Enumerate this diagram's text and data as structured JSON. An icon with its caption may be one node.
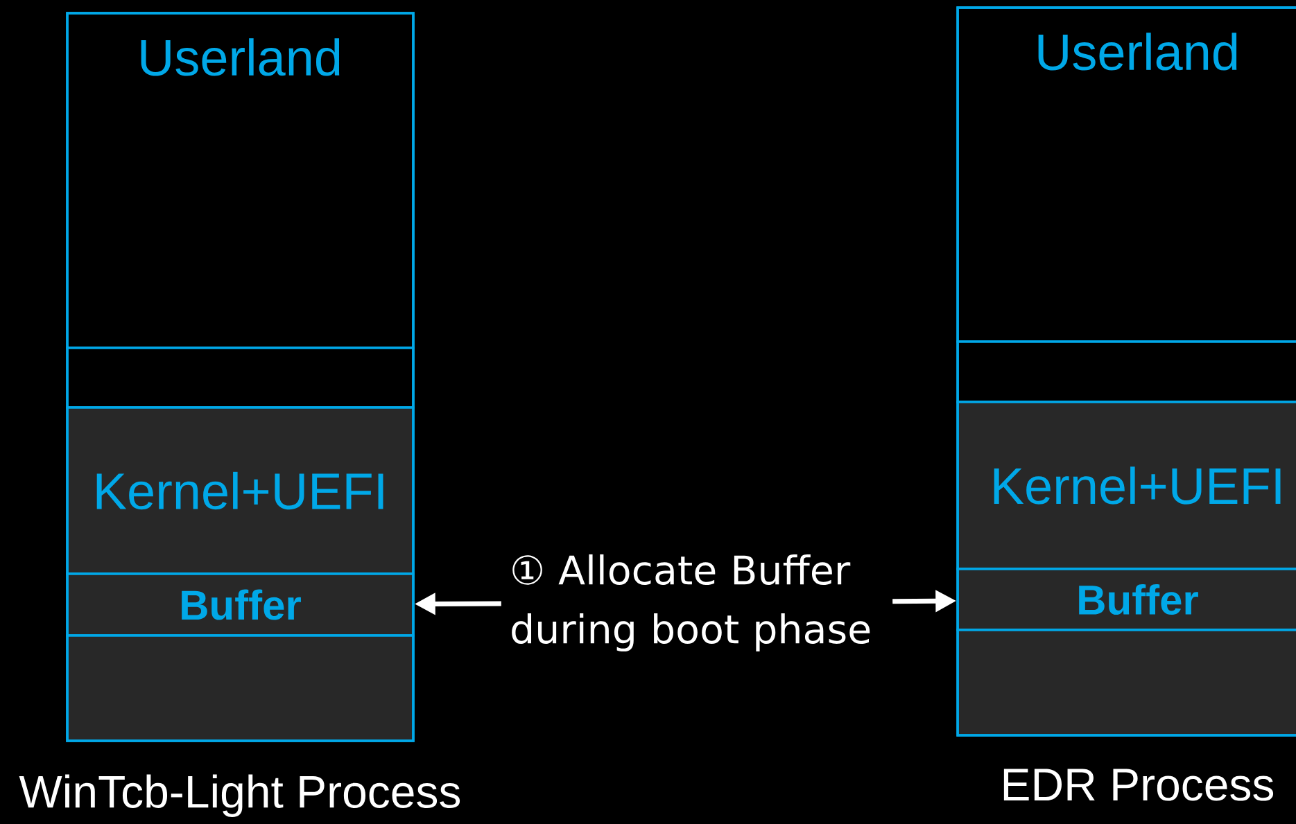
{
  "diagram": {
    "nodes": [
      {
        "text": [
          "WinTcb-Light Process"
        ]
      },
      {
        "text": [
          "Userland"
        ],
        "in": 0
      },
      {
        "text": [],
        "shape": "box",
        "in": 0
      },
      {
        "text": [
          "Kernel+UEFI"
        ],
        "in": 0
      },
      {
        "text": [
          "Buffer"
        ],
        "in": 0
      },
      {
        "text": [],
        "shape": "box",
        "in": 0
      },
      {
        "text": [
          "EDR Process"
        ]
      },
      {
        "text": [
          "Userland"
        ],
        "in": 6
      },
      {
        "text": [],
        "shape": "box",
        "in": 6
      },
      {
        "text": [
          "Kernel+UEFI"
        ],
        "in": 6
      },
      {
        "text": [
          "Buffer"
        ],
        "in": 6
      },
      {
        "text": [],
        "shape": "box",
        "in": 6
      },
      {
        "text": [
          "① Allocate Buffer during boot phase"
        ]
      }
    ],
    "edges": [
      {
        "from": 12,
        "to": 4,
        "arrow": "to"
      },
      {
        "from": 12,
        "to": 10,
        "arrow": "to"
      }
    ]
  }
}
